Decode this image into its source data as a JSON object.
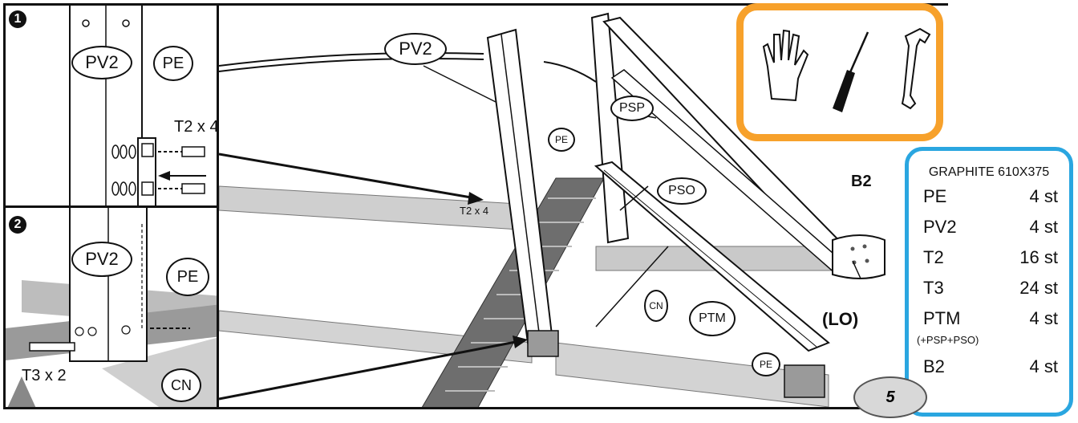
{
  "steps": {
    "step1_badge": "1",
    "step2_badge": "2",
    "step1": {
      "pv2": "PV2",
      "pe": "PE",
      "t2x4": "T2 x 4"
    },
    "step2": {
      "pv2": "PV2",
      "pe": "PE",
      "t3x2": "T3 x 2",
      "cn": "CN"
    }
  },
  "main": {
    "pv2": "PV2",
    "psp": "PSP",
    "pso": "PSO",
    "pe1": "PE",
    "t2x4": "T2 x 4",
    "cn": "CN",
    "ptm": "PTM",
    "pe2": "PE",
    "b2": "B2",
    "lo": "(LO)"
  },
  "tools": [
    "gloves-icon",
    "screwdriver-icon",
    "wrench-icon"
  ],
  "parts_list": {
    "title": "GRAPHITE 610X375",
    "rows": [
      {
        "name": "PE",
        "qty": "4 st"
      },
      {
        "name": "PV2",
        "qty": "4 st"
      },
      {
        "name": "T2",
        "qty": "16 st"
      },
      {
        "name": "T3",
        "qty": "24 st"
      },
      {
        "name": "PTM",
        "qty": "4 st"
      },
      {
        "name": "B2",
        "qty": "4 st"
      }
    ],
    "note": "(+PSP+PSO)"
  },
  "page_number": "5",
  "colors": {
    "tools_border": "#f7a12b",
    "parts_border": "#2aa6e0"
  }
}
